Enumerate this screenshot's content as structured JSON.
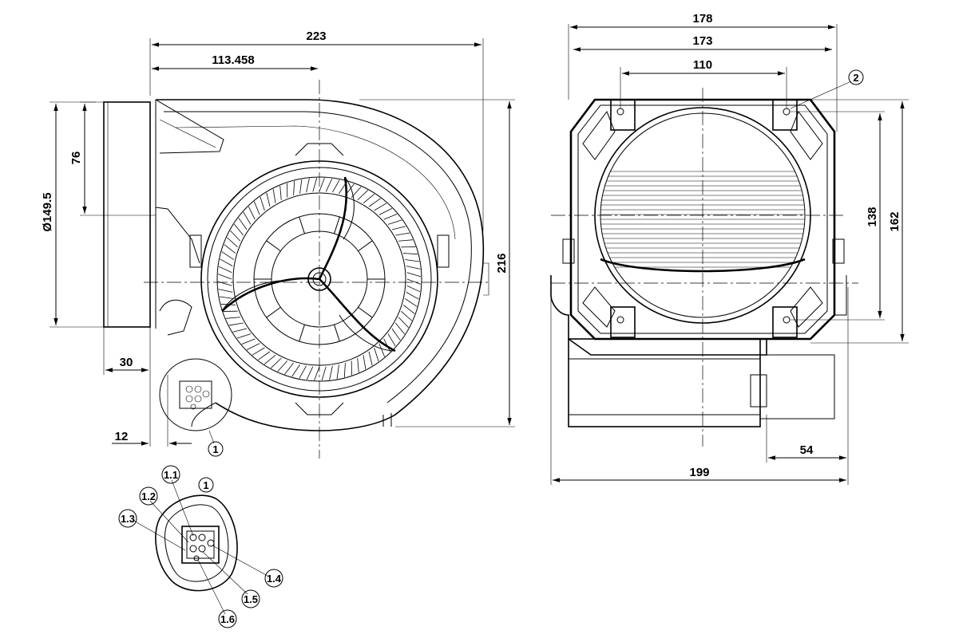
{
  "front_view": {
    "dimensions": {
      "overall_width": "223",
      "center_offset": "113.458",
      "inlet_diameter": "Ø149.5",
      "outlet_height": "76",
      "height": "216",
      "flange_depth": "30",
      "flange_offset": "12"
    },
    "callouts": {
      "connector": "1"
    }
  },
  "side_view": {
    "dimensions": {
      "outer_width": "178",
      "frame_width": "173",
      "hole_spacing_horizontal": "110",
      "hole_spacing_vertical": "138",
      "frame_height": "162",
      "motor_offset": "54",
      "total_depth": "199"
    },
    "callouts": {
      "mounting_hole": "2"
    }
  },
  "connector_detail": {
    "callout": "1",
    "pins": [
      "1.1",
      "1.2",
      "1.3",
      "1.4",
      "1.5",
      "1.6"
    ]
  }
}
